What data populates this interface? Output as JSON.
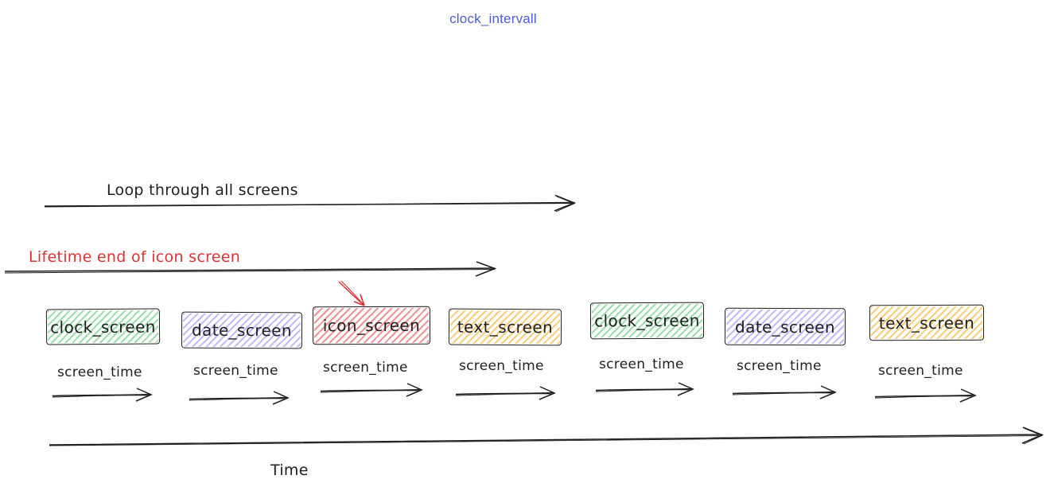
{
  "title": {
    "text": "clock_intervall",
    "color": "#4a5cd6"
  },
  "annotations": {
    "loop_label": "Loop through all screens",
    "lifetime_label": "Lifetime end of icon screen",
    "lifetime_color": "#e03131",
    "time_label": "Time",
    "screen_time_label": "screen_time",
    "stroke_color": "#1e1e1e"
  },
  "screens": [
    {
      "label": "clock_screen",
      "color": "#40c057"
    },
    {
      "label": "date_screen",
      "color": "#9775fa"
    },
    {
      "label": "icon_screen",
      "color": "#e03131",
      "pointed_by_red_arrow": true
    },
    {
      "label": "text_screen",
      "color": "#f59f00"
    },
    {
      "label": "clock_screen",
      "color": "#40c057"
    },
    {
      "label": "date_screen",
      "color": "#9775fa"
    },
    {
      "label": "text_screen",
      "color": "#f59f00"
    }
  ]
}
